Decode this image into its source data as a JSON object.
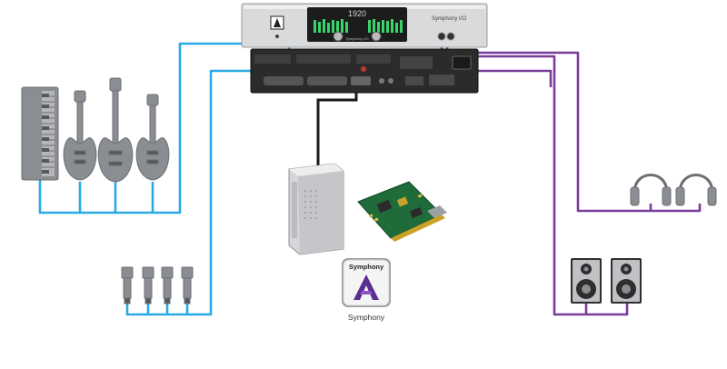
{
  "device": {
    "front_display": "1920",
    "front_sub_label": "Symphony I/O",
    "front_small_label": "Symphony I/O"
  },
  "software": {
    "icon_title": "Symphony",
    "caption": "Symphony"
  },
  "colors": {
    "input_cable": "#2aa9e6",
    "output_cable": "#7a3c9c",
    "instrument_gray": "#8a8d91",
    "dark_unit": "#2b2b2b",
    "meter_green": "#39d36c"
  },
  "icons": [
    "keyboard-icon",
    "electric-guitar-icon",
    "bass-guitar-icon",
    "microphone-icon",
    "headphones-icon",
    "studio-monitor-icon",
    "computer-tower-icon",
    "pcie-card-icon",
    "symphony-app-icon"
  ]
}
